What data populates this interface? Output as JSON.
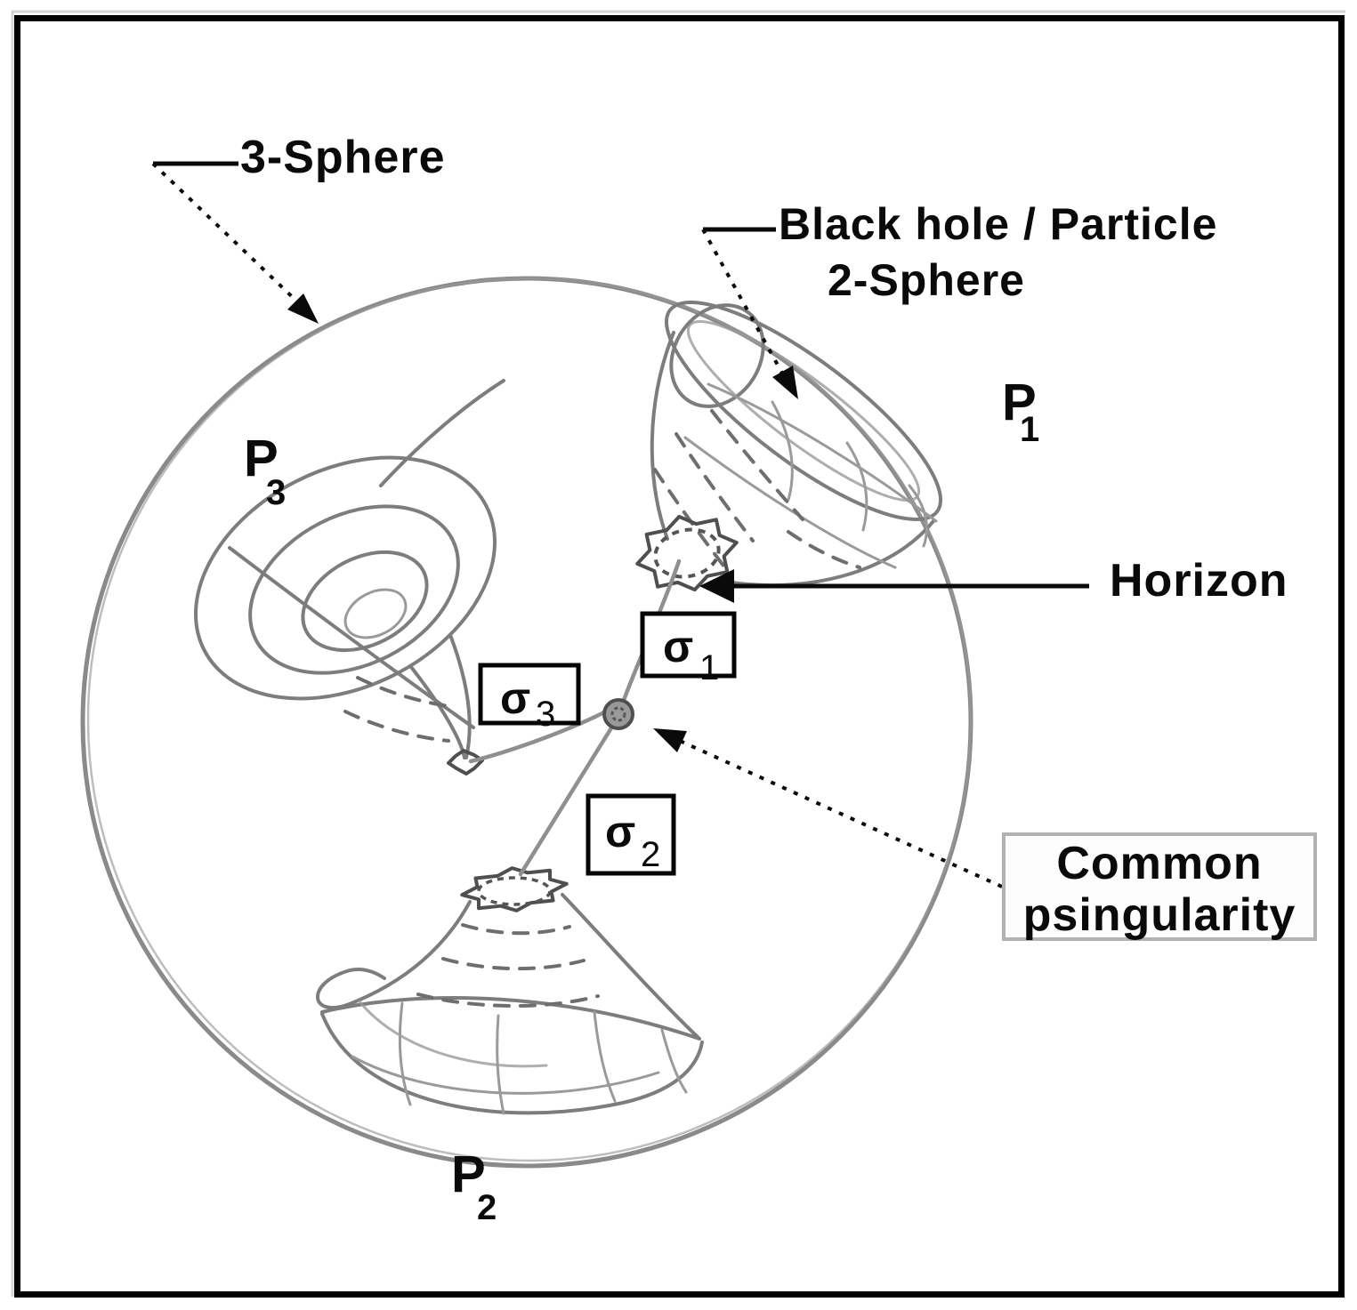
{
  "figure": {
    "description": "Hand-drawn sketch of a 3-sphere containing three black-hole/particle wormhole throats joined to a common singularity",
    "colors": {
      "background": "#ffffff",
      "frame": "#000000",
      "sketch_gray": "#7d7d7d",
      "sketch_dark": "#4f4f4f",
      "annotation": "#0a0a0a",
      "singularity_box_border": "#b2b2b2"
    }
  },
  "annotations": {
    "sphere3_label": "3-Sphere",
    "blackhole_label_line1": "Black hole / Particle",
    "blackhole_label_line2": "2-Sphere",
    "horizon_label": "Horizon",
    "common_singularity_line1": "Common",
    "common_singularity_line2": "psingularity"
  },
  "particles": {
    "p1": {
      "base": "P",
      "sub": "1"
    },
    "p2": {
      "base": "P",
      "sub": "2"
    },
    "p3": {
      "base": "P",
      "sub": "3"
    }
  },
  "sigmas": {
    "sigma1": {
      "base": "σ",
      "sub": "1"
    },
    "sigma2": {
      "base": "σ",
      "sub": "2"
    },
    "sigma3": {
      "base": "σ",
      "sub": "3"
    }
  }
}
